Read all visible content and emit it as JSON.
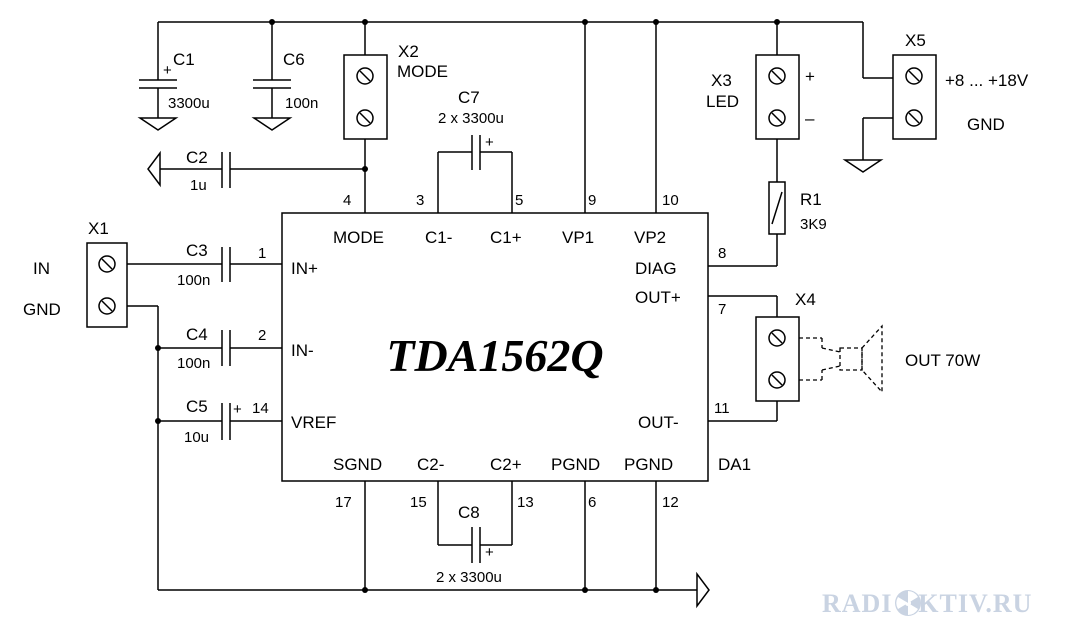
{
  "chip": {
    "name": "TDA1562Q",
    "ref": "DA1",
    "pins_top": [
      {
        "num": "4",
        "label": "MODE"
      },
      {
        "num": "3",
        "label": "C1-"
      },
      {
        "num": "5",
        "label": "C1+"
      },
      {
        "num": "9",
        "label": "VP1"
      },
      {
        "num": "10",
        "label": "VP2"
      }
    ],
    "pins_left": [
      {
        "num": "1",
        "label": "IN+"
      },
      {
        "num": "2",
        "label": "IN-"
      },
      {
        "num": "14",
        "label": "VREF"
      }
    ],
    "pins_right": [
      {
        "num": "8",
        "label": "DIAG"
      },
      {
        "num": "7",
        "label": "OUT+"
      },
      {
        "num": "11",
        "label": "OUT-"
      }
    ],
    "pins_bottom": [
      {
        "num": "17",
        "label": "SGND"
      },
      {
        "num": "15",
        "label": "C2-"
      },
      {
        "num": "13",
        "label": "C2+"
      },
      {
        "num": "6",
        "label": "PGND"
      },
      {
        "num": "12",
        "label": "PGND"
      }
    ]
  },
  "components": {
    "c1": {
      "ref": "C1",
      "value": "3300u"
    },
    "c6": {
      "ref": "C6",
      "value": "100n"
    },
    "c2": {
      "ref": "C2",
      "value": "1u"
    },
    "c3": {
      "ref": "C3",
      "value": "100n"
    },
    "c4": {
      "ref": "C4",
      "value": "100n"
    },
    "c5": {
      "ref": "C5",
      "value": "10u"
    },
    "c7": {
      "ref": "C7",
      "value": "2 x 3300u"
    },
    "c8": {
      "ref": "C8",
      "value": "2 x 3300u"
    },
    "r1": {
      "ref": "R1",
      "value": "3K9"
    }
  },
  "connectors": {
    "x1": {
      "ref": "X1",
      "labels": [
        "IN",
        "GND"
      ]
    },
    "x2": {
      "ref": "X2",
      "label": "MODE"
    },
    "x3": {
      "ref": "X3",
      "label": "LED",
      "plus": "+",
      "minus": "–"
    },
    "x4": {
      "ref": "X4",
      "label": "OUT 70W"
    },
    "x5": {
      "ref": "X5",
      "labels": [
        "+8 ... +18V",
        "GND"
      ]
    }
  },
  "polarity_mark": "+",
  "watermark": "RADI   AKTIV.RU"
}
